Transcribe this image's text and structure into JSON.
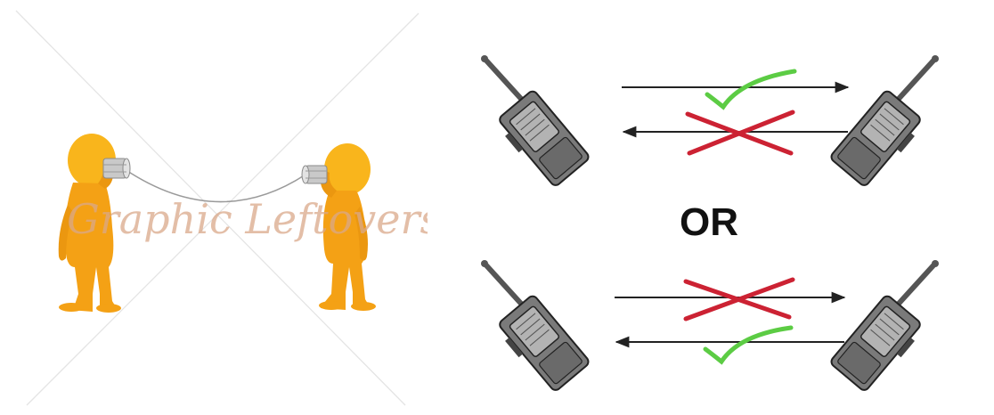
{
  "watermark": {
    "text": "Graphic Leftovers"
  },
  "diagram": {
    "or_label": "OR",
    "top_row": {
      "forward_arrow": "allowed",
      "backward_arrow": "blocked"
    },
    "bottom_row": {
      "forward_arrow": "blocked",
      "backward_arrow": "allowed"
    }
  },
  "colors": {
    "figure_orange": "#f7a414",
    "can_silver": "#c8c8c8",
    "radio_gray": "#6b6b6b",
    "check_green": "#56c63c",
    "cross_red": "#cf2432",
    "arrow_black": "#222222"
  },
  "icons": [
    "stick-figure-icon",
    "tin-can-phone-icon",
    "walkie-talkie-icon",
    "checkmark-icon",
    "cross-icon",
    "arrow-icon"
  ]
}
